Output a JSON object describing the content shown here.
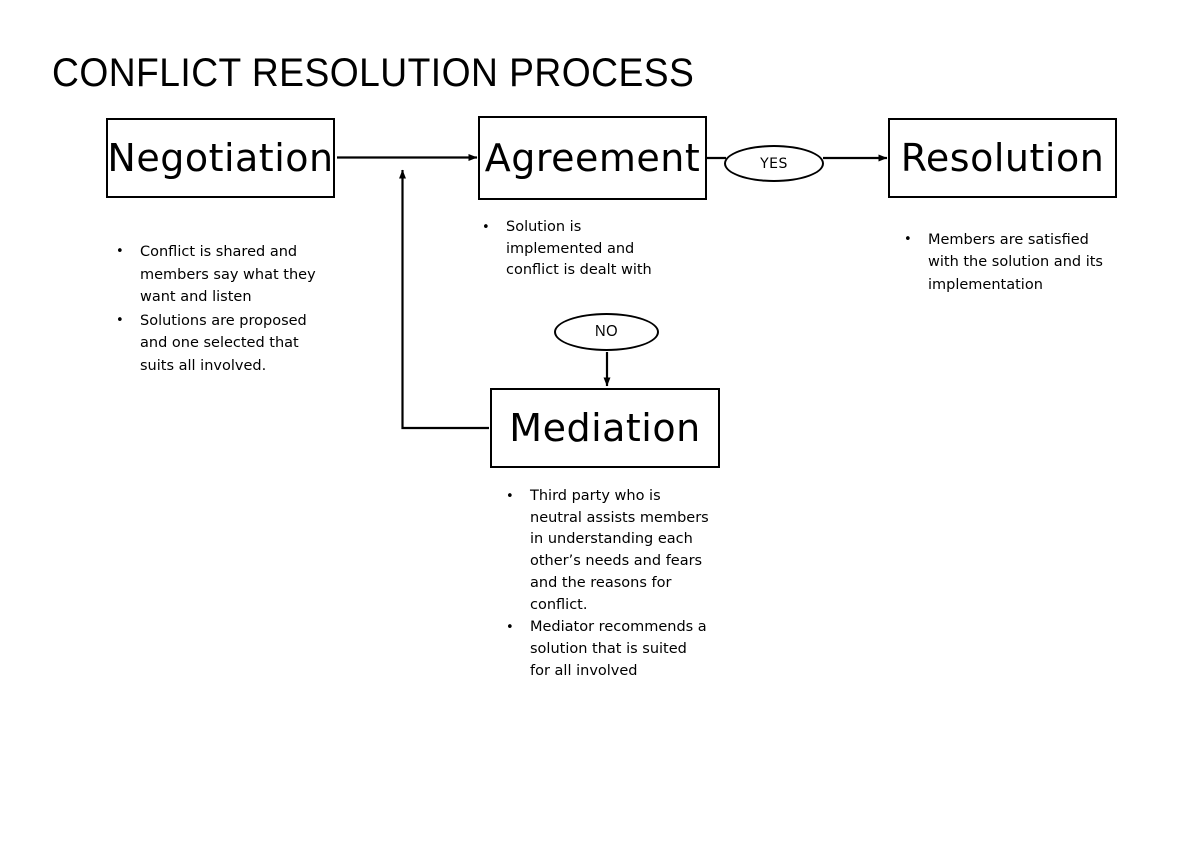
{
  "document": {
    "title": "CONFLICT RESOLUTION PROCESS",
    "background_color": "#ffffff",
    "stroke_color": "#000000"
  },
  "nodes": {
    "negotiation": {
      "label": "Negotiation",
      "bullets": [
        "Conflict is shared and members say what they want and listen",
        "Solutions are proposed and one selected that suits all involved."
      ]
    },
    "agreement": {
      "label": "Agreement",
      "bullets": [
        "Solution is implemented and conflict is dealt with"
      ]
    },
    "resolution": {
      "label": "Resolution",
      "bullets": [
        "Members are satisfied with the solution and its implementation"
      ]
    },
    "mediation": {
      "label": "Mediation",
      "bullets": [
        "Third party who is neutral assists members in understanding each other’s needs and fears and the reasons for conflict.",
        "Mediator recommends a solution that is suited for all involved"
      ]
    }
  },
  "decisions": {
    "yes": {
      "label": "YES"
    },
    "no": {
      "label": "NO"
    }
  },
  "connectors": [
    {
      "name": "negotiation-to-agreement",
      "from": "negotiation",
      "to": "agreement",
      "label": ""
    },
    {
      "name": "agreement-to-yes",
      "from": "agreement",
      "to": "yes",
      "label": ""
    },
    {
      "name": "yes-to-resolution",
      "from": "yes",
      "to": "resolution",
      "label": "YES"
    },
    {
      "name": "agreement-to-no",
      "from": "agreement",
      "to": "no",
      "label": "NO"
    },
    {
      "name": "no-to-mediation",
      "from": "no",
      "to": "mediation",
      "label": ""
    },
    {
      "name": "mediation-to-negotiation-feedback",
      "from": "mediation",
      "to": "negotiation-to-agreement",
      "label": ""
    }
  ]
}
